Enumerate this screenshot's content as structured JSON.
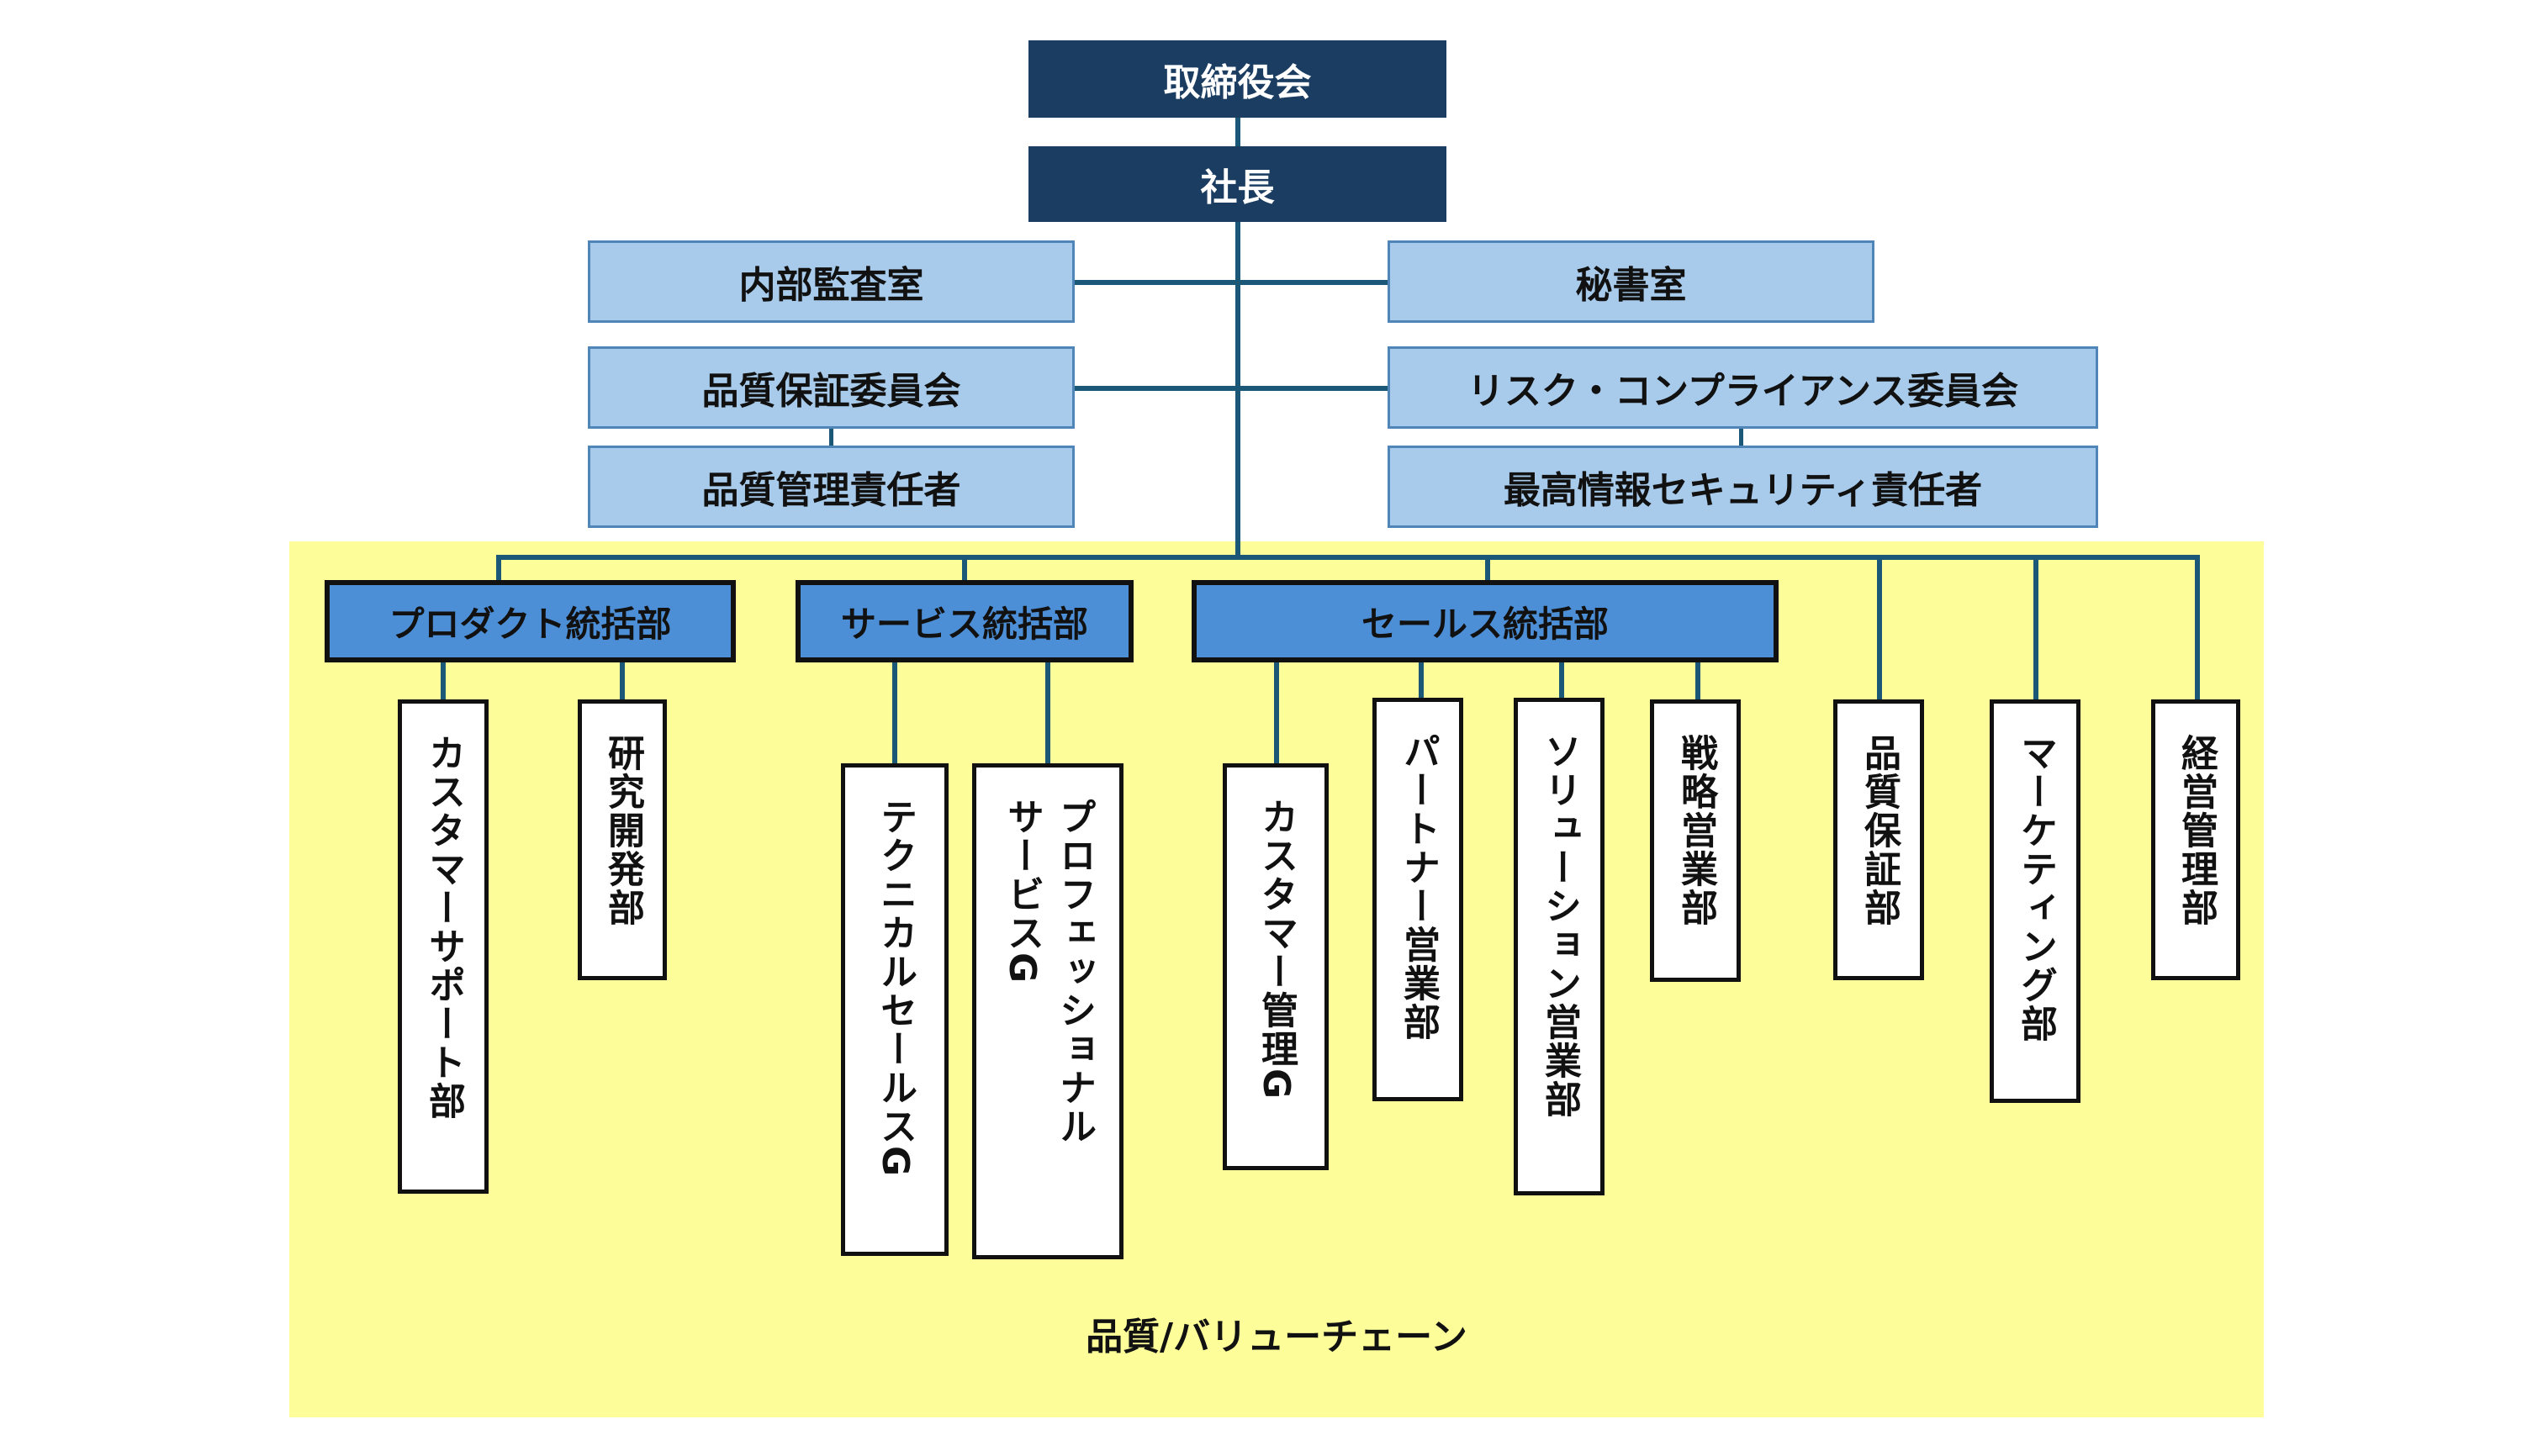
{
  "top": {
    "board": "取締役会",
    "president": "社長"
  },
  "staff": {
    "audit": "内部監査室",
    "secretary": "秘書室",
    "qa_committee": "品質保証委員会",
    "risk_committee": "リスク・コンプライアンス委員会",
    "quality_manager": "品質管理責任者",
    "ciso": "最高情報セキュリティ責任者"
  },
  "divisions": {
    "product": "プロダクト統括部",
    "service": "サービス統括部",
    "sales": "セールス統括部"
  },
  "departments": {
    "customer_support": "カスタマーサポート部",
    "rnd": "研究開発部",
    "technical_sales": "テクニカルセールスG",
    "professional_services": "プロフェッショナル\nサービスG",
    "customer_mgmt": "カスタマー管理G",
    "partner_sales": "パートナー営業部",
    "solution_sales": "ソリューション営業部",
    "strategic_sales": "戦略営業部",
    "quality_assurance": "品質保証部",
    "marketing": "マーケティング部",
    "management": "経営管理部"
  },
  "footer": "品質/バリューチェーン",
  "colors": {
    "top_box": "#1b3d62",
    "staff_box": "#a8cbeb",
    "division_box": "#4d8fd6",
    "value_chain_area": "#fdfd9a",
    "connector": "#1b5777"
  }
}
